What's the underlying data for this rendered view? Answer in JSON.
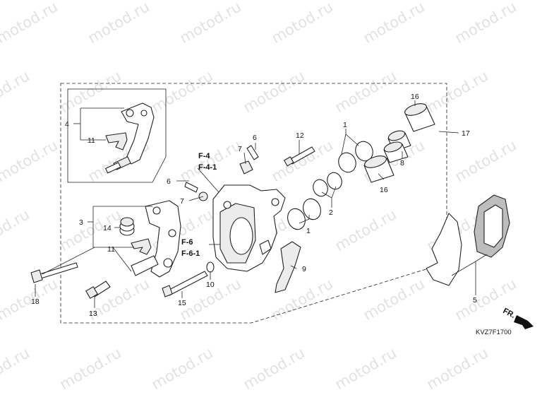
{
  "watermark": "motod.ru",
  "diagram_code": "KVZ7F1700",
  "direction_label": "FR.",
  "refs": {
    "f4": "F-4",
    "f41": "F-4-1",
    "f6": "F-6",
    "f61": "F-6-1"
  },
  "callouts": {
    "c1a": "1",
    "c1b": "1",
    "c2": "2",
    "c3": "3",
    "c4": "4",
    "c5": "5",
    "c6a": "6",
    "c6b": "6",
    "c7a": "7",
    "c7b": "7",
    "c8": "8",
    "c9": "9",
    "c10": "10",
    "c11a": "11",
    "c11b": "11",
    "c12": "12",
    "c13": "13",
    "c14": "14",
    "c15": "15",
    "c16a": "16",
    "c16b": "16",
    "c17": "17",
    "c18": "18"
  }
}
